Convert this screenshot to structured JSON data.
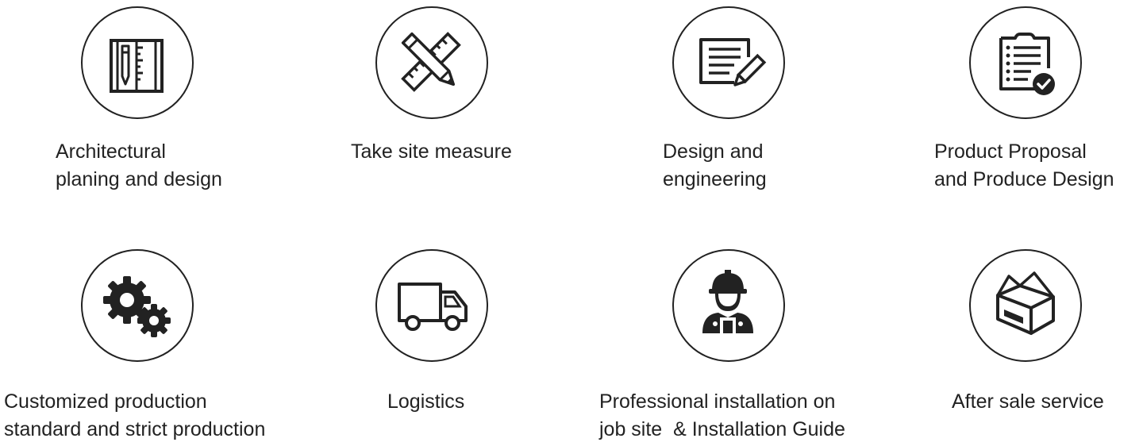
{
  "steps": [
    {
      "icon": "blueprint-pencil-ruler-icon",
      "lines": [
        "Architectural",
        "planing and design"
      ]
    },
    {
      "icon": "pencil-ruler-cross-icon",
      "lines": [
        "Take site measure"
      ]
    },
    {
      "icon": "document-pencil-icon",
      "lines": [
        "Design and",
        "engineering"
      ]
    },
    {
      "icon": "checklist-approved-icon",
      "lines": [
        "Product Proposal",
        "and Produce Design"
      ]
    },
    {
      "icon": "gears-icon",
      "lines": [
        "Customized production",
        "standard and strict production"
      ]
    },
    {
      "icon": "delivery-truck-icon",
      "lines": [
        "Logistics"
      ]
    },
    {
      "icon": "construction-worker-icon",
      "lines": [
        "Professional installation on",
        "job site  & Installation Guide"
      ]
    },
    {
      "icon": "open-box-icon",
      "lines": [
        "After sale service"
      ]
    }
  ]
}
